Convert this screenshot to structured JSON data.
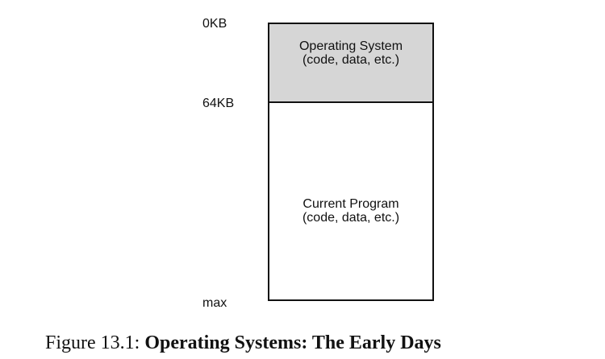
{
  "addresses": {
    "start": "0KB",
    "boundary": "64KB",
    "end": "max"
  },
  "segments": {
    "os": {
      "title": "Operating System",
      "subtitle": "(code, data, etc.)",
      "fill": "#d6d6d6"
    },
    "program": {
      "title": "Current Program",
      "subtitle": "(code, data, etc.)",
      "fill": "#ffffff"
    }
  },
  "caption": {
    "prefix": "Figure 13.1:",
    "title": "Operating Systems: The Early Days"
  }
}
